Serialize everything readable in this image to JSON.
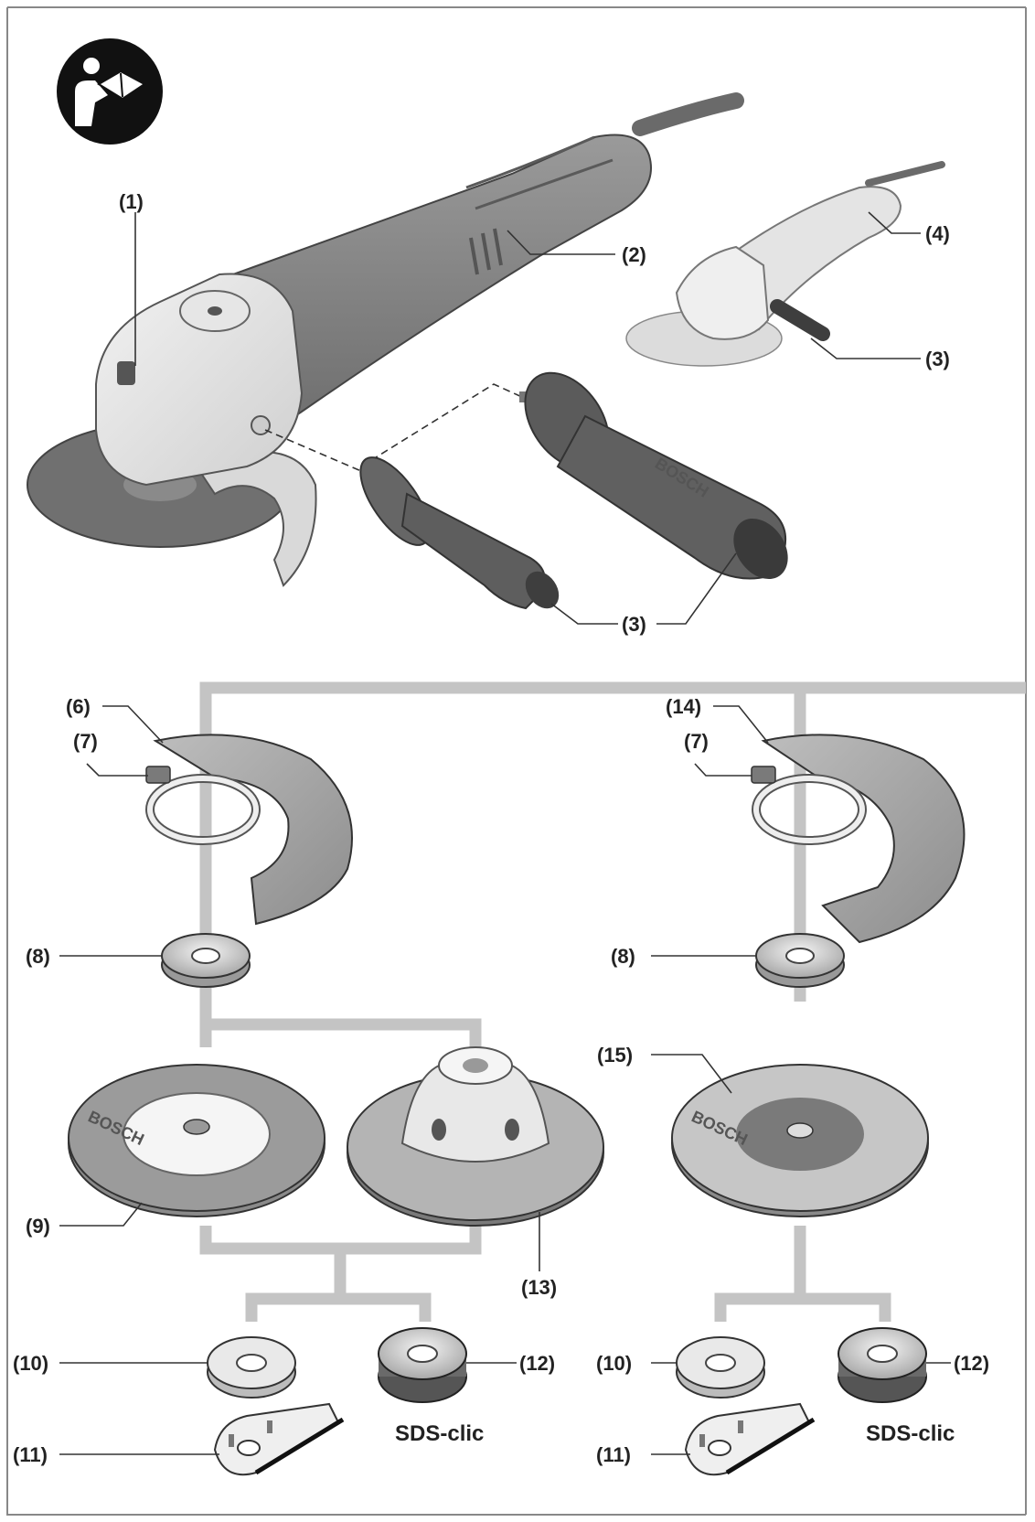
{
  "labels": {
    "l1": "(1)",
    "l2": "(2)",
    "l3a": "(3)",
    "l3b": "(3)",
    "l4": "(4)",
    "l6": "(6)",
    "l7a": "(7)",
    "l7b": "(7)",
    "l8a": "(8)",
    "l8b": "(8)",
    "l9": "(9)",
    "l10a": "(10)",
    "l10b": "(10)",
    "l11a": "(11)",
    "l11b": "(11)",
    "l12a": "(12)",
    "l12b": "(12)",
    "l13": "(13)",
    "l14": "(14)",
    "l15": "(15)"
  },
  "sds_clic": "SDS-clic",
  "handle_brand": "BOSCH",
  "disc_brand": "BOSCH",
  "icons": {
    "manual": "read-manual-icon"
  }
}
